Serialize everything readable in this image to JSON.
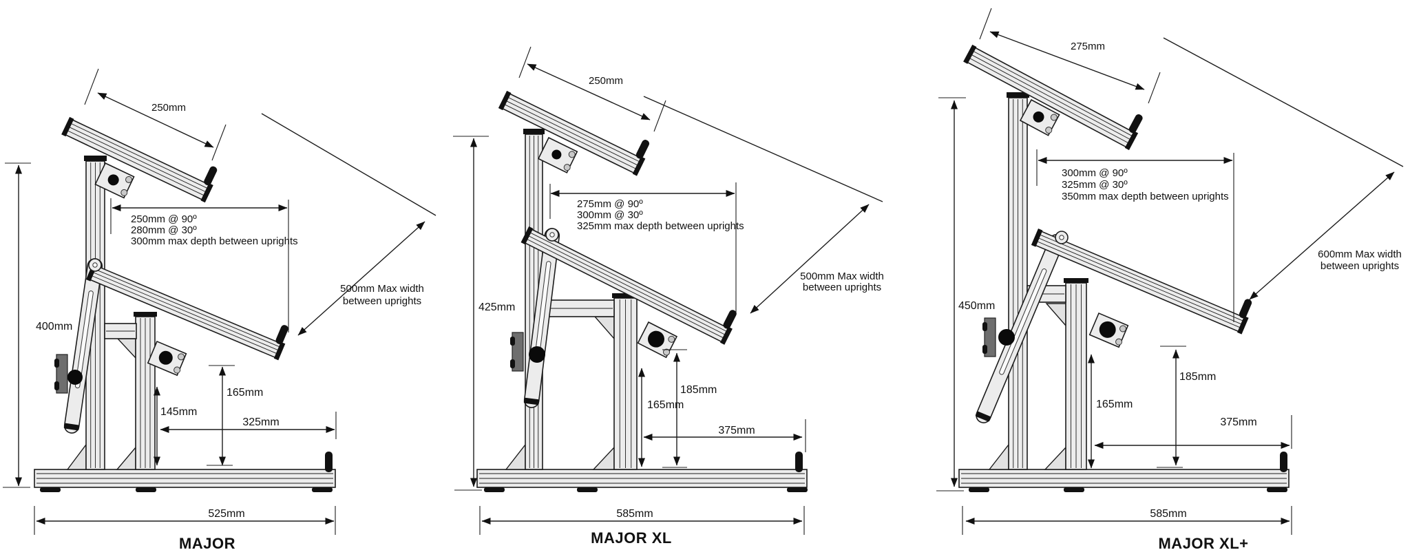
{
  "panels": [
    {
      "label": "MAJOR",
      "dims": {
        "tier_length": "250mm",
        "depth_at_90": "250mm @ 90º",
        "depth_at_30": "280mm @ 30º",
        "depth_max": "300mm max depth between uprights",
        "max_width_line1": "500mm Max width",
        "max_width_line2": "between uprights",
        "overall_height": "400mm",
        "tier2_end_height": "165mm",
        "mid_upright_height": "145mm",
        "base_clearance": "325mm",
        "base_length": "525mm"
      }
    },
    {
      "label": "MAJOR XL",
      "dims": {
        "tier_length": "250mm",
        "depth_at_90": "275mm @ 90º",
        "depth_at_30": "300mm @ 30º",
        "depth_max": "325mm max depth between uprights",
        "max_width_line1": "500mm Max width",
        "max_width_line2": "between uprights",
        "overall_height": "425mm",
        "tier2_end_height": "185mm",
        "mid_upright_height": "165mm",
        "base_clearance": "375mm",
        "base_length": "585mm"
      }
    },
    {
      "label": "MAJOR XL+",
      "dims": {
        "tier_length": "275mm",
        "depth_at_90": "300mm @ 90º",
        "depth_at_30": "325mm @ 30º",
        "depth_max": "350mm max depth between uprights",
        "max_width_line1": "600mm Max width",
        "max_width_line2": "between uprights",
        "overall_height": "450mm",
        "tier2_end_height": "185mm",
        "mid_upright_height": "165mm",
        "base_clearance": "375mm",
        "base_length": "585mm"
      }
    }
  ],
  "colors": {
    "line": "#1c1c1c",
    "fill": "#ececec",
    "background": "#ffffff"
  }
}
